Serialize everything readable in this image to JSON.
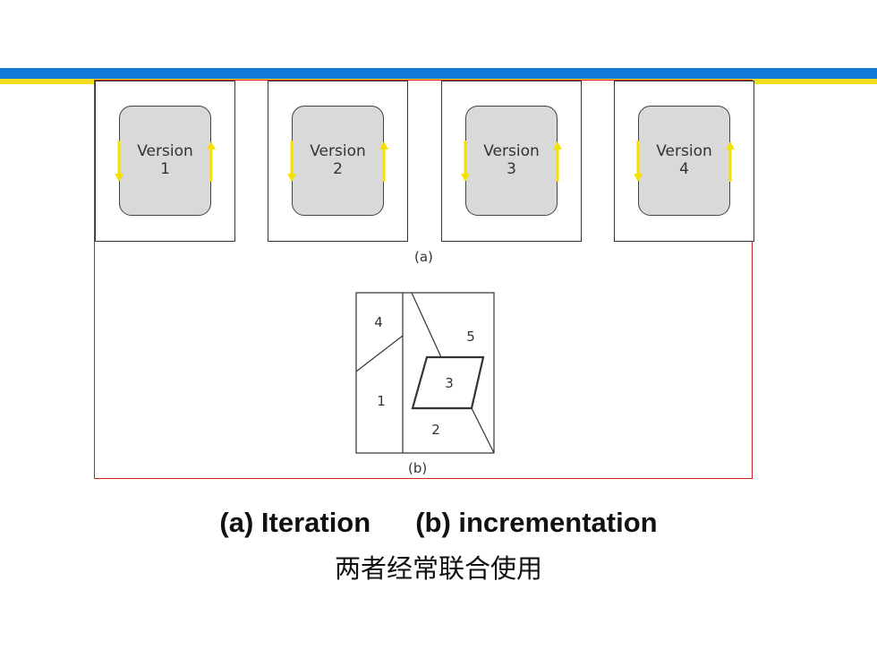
{
  "figure": {
    "iteration_versions": [
      {
        "line1": "Version",
        "line2": "1"
      },
      {
        "line1": "Version",
        "line2": "2"
      },
      {
        "line1": "Version",
        "line2": "3"
      },
      {
        "line1": "Version",
        "line2": "4"
      }
    ],
    "caption_a": "(a)",
    "increments": [
      "4",
      "5",
      "3",
      "1",
      "2"
    ],
    "caption_b": "(b)"
  },
  "title": {
    "part_a": "(a) Iteration",
    "part_b": "(b) incrementation",
    "subtitle": "两者经常联合使用"
  },
  "colors": {
    "stripe_blue": "#1279d6",
    "stripe_yellow": "#f2df1d",
    "arrow_yellow": "#f5e000",
    "frame_red": "#d02020",
    "version_fill": "#d9d9d9"
  }
}
